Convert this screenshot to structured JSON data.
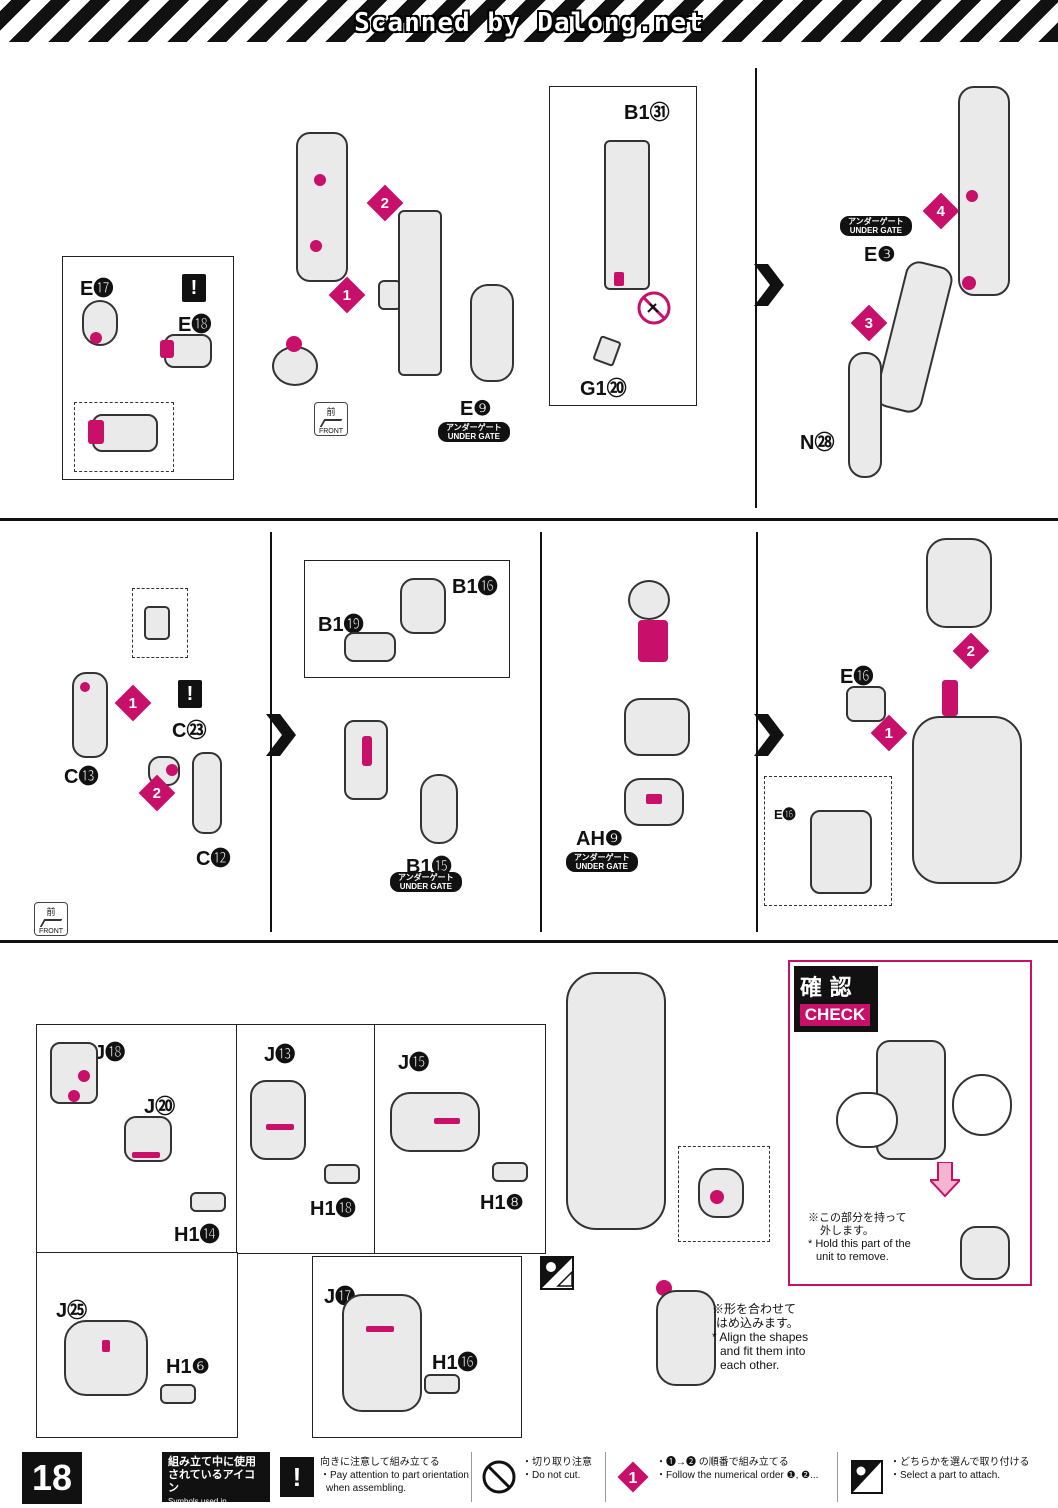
{
  "header": {
    "scan_banner": "Scanned by Dalong.net"
  },
  "row1": {
    "labels": {
      "E17": "E⓱",
      "E18": "E⓲",
      "E9": "E❾",
      "B131": "B1㉛",
      "G120": "G1⑳",
      "E3": "E❸",
      "N28": "N㉘"
    },
    "steps": {
      "s1": "1",
      "s2": "2",
      "s3": "3",
      "s4": "4"
    },
    "under_gate_jp": "アンダーゲート",
    "under_gate_en": "UNDER GATE",
    "front_jp": "前",
    "front_en": "FRONT",
    "warn_symbol": "!"
  },
  "row2": {
    "labels": {
      "C13": "C⓭",
      "C12": "C⓬",
      "C23": "C㉓",
      "B119": "B1⓳",
      "B116": "B1⓰",
      "B115": "B1⓯",
      "AH9": "AH❾",
      "E16a": "E⓰",
      "E16b": "E⓰"
    },
    "steps": {
      "s1": "1",
      "s2": "2",
      "s1b": "1",
      "s2b": "2"
    }
  },
  "row3": {
    "labels": {
      "J18": "J⓲",
      "J20": "J⑳",
      "H114": "H1⓮",
      "J13": "J⓭",
      "H118": "H1⓲",
      "J15": "J⓯",
      "H18": "H1❽",
      "J25": "J㉕",
      "H16": "H1❻",
      "J17": "J⓱",
      "H116": "H1⓰"
    },
    "align_note": {
      "jp1": "※形を合わせて",
      "jp2": "はめ込みます。",
      "en1": "* Align the shapes",
      "en2": "and fit them into",
      "en3": "each other."
    },
    "check": {
      "title_jp": "確 認",
      "title_en": "CHECK",
      "jp1": "※この部分を持って",
      "jp2": "外します。",
      "en1": "* Hold this part of the",
      "en2": "unit to remove."
    }
  },
  "footer": {
    "page_number": "18",
    "legend_title_jp1": "組み立て中に使用",
    "legend_title_jp2": "されているアイコン",
    "legend_title_en": "Symbols used in instructions",
    "items": [
      {
        "jp": "向きに注意して組み立てる",
        "en1": "・Pay attention to part orientation",
        "en2": "when assembling."
      },
      {
        "jp": "・切り取り注意",
        "en1": "・Do not cut.",
        "en2": ""
      },
      {
        "jp": "・❶→❷ の順番で組み立てる",
        "en1": "・Follow the numerical order ❶, ❷...",
        "en2": ""
      },
      {
        "jp": "・どちらかを選んで取り付ける",
        "en1": "・Select a part to attach.",
        "en2": ""
      }
    ]
  },
  "colors": {
    "accent": "#c8106a",
    "ink": "#111111"
  }
}
